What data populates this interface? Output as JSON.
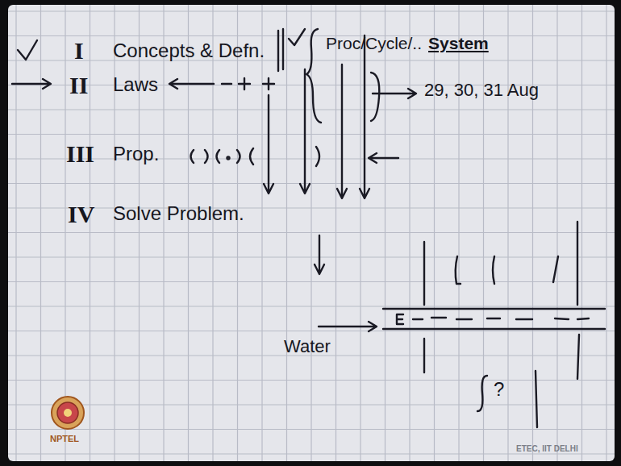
{
  "diagram": {
    "labels": [
      "I",
      "Concepts & Defn.",
      "II",
      "Laws",
      "III",
      "Prop.",
      "IV",
      "Solve Problem.",
      "Proc/Cycle/..",
      "System",
      "29, 30, 31 Aug",
      "Water",
      "?",
      "NPTEL",
      "ETEC, IIT DELHI"
    ]
  }
}
